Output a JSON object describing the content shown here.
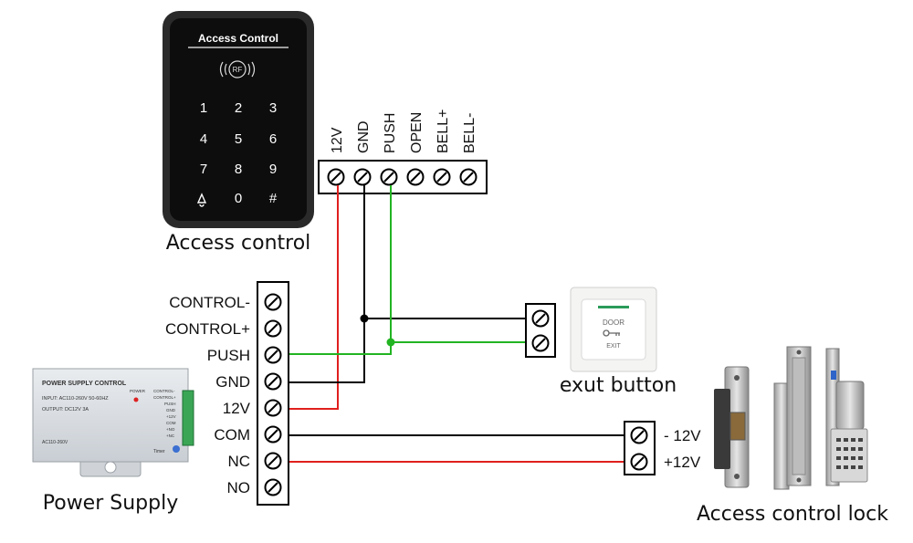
{
  "keypad": {
    "title": "Access Control",
    "rf_badge": "RF",
    "keys": [
      "1",
      "2",
      "3",
      "4",
      "5",
      "6",
      "7",
      "8",
      "9",
      "bell",
      "0",
      "#"
    ],
    "caption": "Access control"
  },
  "keypad_terminals": [
    "12V",
    "GND",
    "PUSH",
    "OPEN",
    "BELL+",
    "BELL-"
  ],
  "controller_terminals": [
    "CONTROL-",
    "CONTROL+",
    "PUSH",
    "GND",
    "12V",
    "COM",
    "NC",
    "NO"
  ],
  "power_supply": {
    "caption": "Power Supply",
    "label_title": "POWER SUPPLY CONTROL",
    "label_input": "INPUT: AC110-260V 50-60HZ",
    "label_output": "OUTPUT: DC12V  3A",
    "label_power": "POWER",
    "label_bottom": "AC110-260V",
    "side_pins": [
      "CONTROL-",
      "CONTROL+",
      "PUSH",
      "GND",
      "+12V",
      "COM",
      "+NO",
      "+NC"
    ],
    "timer": "Timer"
  },
  "exit_button": {
    "caption": "exut button",
    "text_top": "DOOR",
    "text_bottom": "EXIT"
  },
  "lock": {
    "caption": "Access control lock",
    "terminals": [
      "- 12V",
      "+12V"
    ]
  },
  "colors": {
    "wire_red": "#e0201e",
    "wire_green": "#22b422",
    "wire_black": "#000000",
    "keypad_body": "#1a1a1a"
  }
}
